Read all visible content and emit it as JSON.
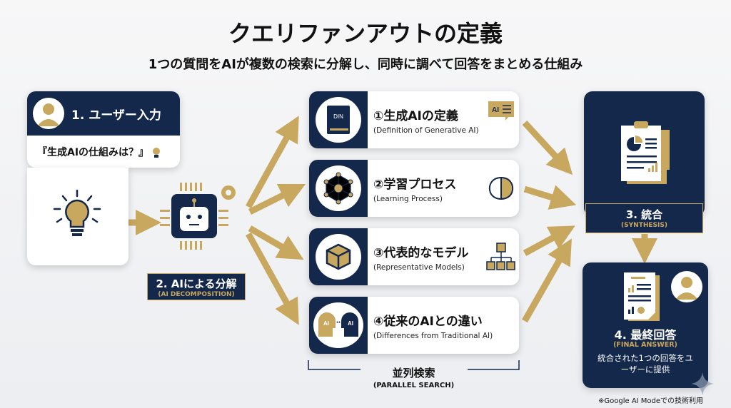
{
  "title": "クエリファンアウトの定義",
  "subtitle": "1つの質問をAIが複数の検索に分解し、同時に調べて回答をまとめる仕組み",
  "colors": {
    "navy": "#14284b",
    "gold": "#c8a75e",
    "background": "#f3f4f6"
  },
  "step1": {
    "title": "1. ユーザー入力",
    "query": "『生成AIの仕組みは？』",
    "icons": [
      "user-icon",
      "lightbulb-icon"
    ]
  },
  "step2": {
    "title": "2. AIによる分解",
    "subtitle": "(AI DECOMPOSITION)",
    "icons": [
      "robot-chip-icon",
      "gear-icon"
    ]
  },
  "searches": [
    {
      "title": "①生成AIの定義",
      "subtitle": "(Definition of Generative AI)",
      "icon": "book-icon",
      "side_icon": "ai-chat-icon",
      "book_text": "DIN",
      "chat_text": "AI"
    },
    {
      "title": "②学習プロセス",
      "subtitle": "(Learning Process)",
      "icon": "neural-network-icon",
      "side_icon": "brain-icon"
    },
    {
      "title": "③代表的なモデル",
      "subtitle": "(Representative Models)",
      "icon": "cube-icon",
      "side_icon": "hierarchy-icon"
    },
    {
      "title": "④従来のAIとの違い",
      "subtitle": "(Differences from Traditional AI)",
      "icon": "ai-compare-heads-icon",
      "side_icon": "",
      "head_text": "AI"
    }
  ],
  "parallel": {
    "title": "並列検索",
    "subtitle": "(PARALLEL SEARCH)"
  },
  "step3": {
    "title": "3. 統合",
    "subtitle": "(SYNTHESIS)",
    "icon": "clipboard-report-icon"
  },
  "step4": {
    "title": "4. 最終回答",
    "subtitle": "(FINAL ANSWER)",
    "description": "統合された1つの回答をユーザーに提供",
    "icons": [
      "document-report-icon",
      "user-icon"
    ]
  },
  "footnote": "※Google AI Modeでの技術利用"
}
